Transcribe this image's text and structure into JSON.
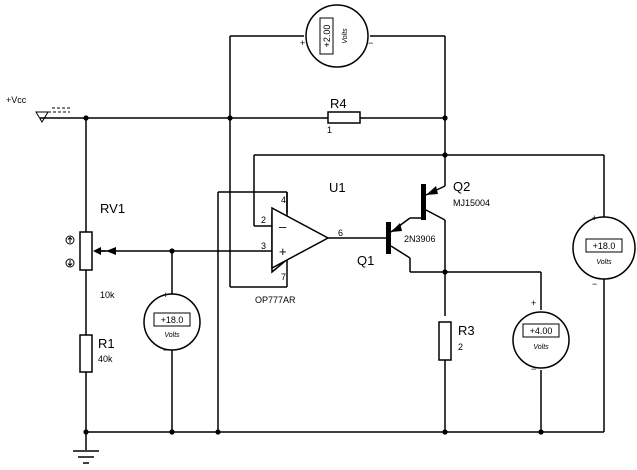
{
  "components": {
    "vcc": {
      "label": "+Vcc"
    },
    "rv1": {
      "name": "RV1",
      "value": "10k"
    },
    "r1": {
      "name": "R1",
      "value": "40k"
    },
    "r3": {
      "name": "R3",
      "value": "2"
    },
    "r4": {
      "name": "R4",
      "value": "1"
    },
    "u1": {
      "name": "U1",
      "part": "OP777AR",
      "pins": {
        "inv": "2",
        "noninv": "3",
        "out": "6",
        "vpos": "4",
        "vneg": "7"
      }
    },
    "q1": {
      "name": "Q1",
      "part": "2N3906"
    },
    "q2": {
      "name": "Q2",
      "part": "MJ15004"
    }
  },
  "meters": {
    "top": {
      "reading": "+2.00",
      "unit": "Volts"
    },
    "mid": {
      "reading": "+18.0",
      "unit": "Volts"
    },
    "r3": {
      "reading": "+4.00",
      "unit": "Volts"
    },
    "right": {
      "reading": "+18.0",
      "unit": "Volts"
    }
  },
  "symbols": {
    "plus": "+",
    "minus": "−",
    "op_minus": "–"
  },
  "colors": {
    "ink": "#000000",
    "background": "#ffffff"
  }
}
